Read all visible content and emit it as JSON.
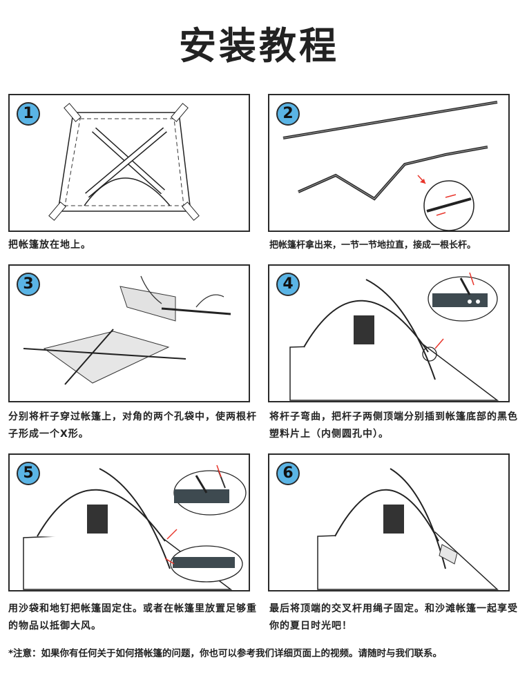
{
  "title": "安装教程",
  "steps": [
    {
      "number": "1",
      "caption": "把帐篷放在地上。"
    },
    {
      "number": "2",
      "caption": "把帐篷杆拿出来，一节一节地拉直，接成一根长杆。"
    },
    {
      "number": "3",
      "caption": "分别将杆子穿过帐篷上，对角的两个孔袋中，使两根杆子形成一个X形。"
    },
    {
      "number": "4",
      "caption": "将杆子弯曲，把杆子两侧顶端分别插到帐篷底部的黑色塑料片上（内侧圆孔中）。"
    },
    {
      "number": "5",
      "caption": "用沙袋和地钉把帐篷固定住。或者在帐篷里放置足够重的物品以抵御大风。"
    },
    {
      "number": "6",
      "caption": "最后将顶端的交叉杆用绳子固定。和沙滩帐篷一起享受你的夏日时光吧！"
    }
  ],
  "note": "*注意：如果你有任何关于如何搭帐篷的问题，你也可以参考我们详细页面上的视频。请随时与我们联系。",
  "colors": {
    "badge": "#5ab4e5",
    "arrow": "#e8352b",
    "border": "#2a2a2a"
  }
}
